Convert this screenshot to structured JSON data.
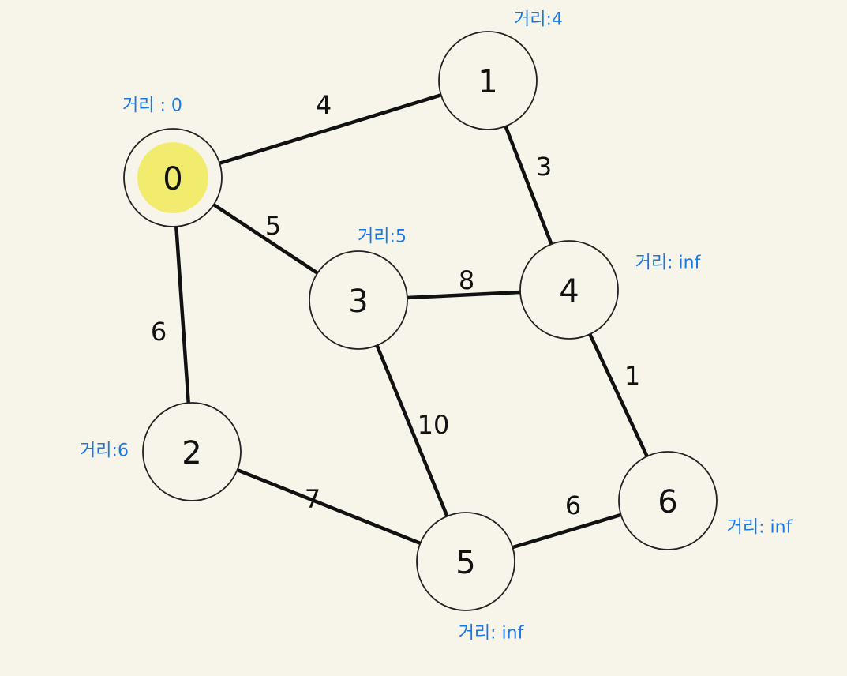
{
  "graph": {
    "nodes": [
      {
        "id": "0",
        "label": "0",
        "distance_label": "거리 : 0",
        "highlighted": true
      },
      {
        "id": "1",
        "label": "1",
        "distance_label": "거리:4",
        "highlighted": false
      },
      {
        "id": "2",
        "label": "2",
        "distance_label": "거리:6",
        "highlighted": false
      },
      {
        "id": "3",
        "label": "3",
        "distance_label": "거리:5",
        "highlighted": false
      },
      {
        "id": "4",
        "label": "4",
        "distance_label": "거리: inf",
        "highlighted": false
      },
      {
        "id": "5",
        "label": "5",
        "distance_label": "거리: inf",
        "highlighted": false
      },
      {
        "id": "6",
        "label": "6",
        "distance_label": "거리: inf",
        "highlighted": false
      }
    ],
    "edges": [
      {
        "from": "0",
        "to": "1",
        "weight": "4"
      },
      {
        "from": "0",
        "to": "3",
        "weight": "5"
      },
      {
        "from": "0",
        "to": "2",
        "weight": "6"
      },
      {
        "from": "1",
        "to": "4",
        "weight": "3"
      },
      {
        "from": "3",
        "to": "4",
        "weight": "8"
      },
      {
        "from": "3",
        "to": "5",
        "weight": "10"
      },
      {
        "from": "4",
        "to": "6",
        "weight": "1"
      },
      {
        "from": "2",
        "to": "5",
        "weight": "7"
      },
      {
        "from": "5",
        "to": "6",
        "weight": "6"
      }
    ]
  },
  "colors": {
    "background": "#f7f5ea",
    "edge": "#111111",
    "node_stroke": "#222222",
    "distance_text": "#1a78e6",
    "highlight": "#f2ec6e"
  }
}
